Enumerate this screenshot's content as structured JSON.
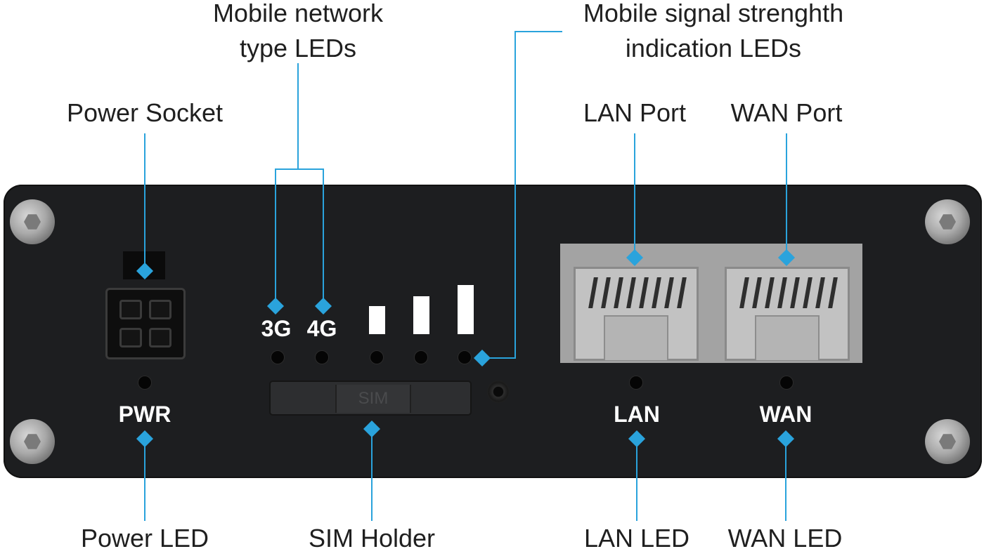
{
  "callouts": {
    "mobile_network_type_leds": [
      "Mobile network",
      "type LEDs"
    ],
    "mobile_signal_strength_leds": [
      "Mobile signal strenghth",
      "indication LEDs"
    ],
    "power_socket": "Power Socket",
    "lan_port": "LAN Port",
    "wan_port": "WAN Port",
    "power_led": "Power LED",
    "sim_holder": "SIM Holder",
    "lan_led": "LAN LED",
    "wan_led": "WAN LED"
  },
  "panel_labels": {
    "network_3g": "3G",
    "network_4g": "4G",
    "pwr": "PWR",
    "lan": "LAN",
    "wan": "WAN",
    "sim": "SIM"
  },
  "colors": {
    "leader": "#2aa3dc",
    "panel": "#1d1e20",
    "label_text": "#1f1f1f"
  }
}
